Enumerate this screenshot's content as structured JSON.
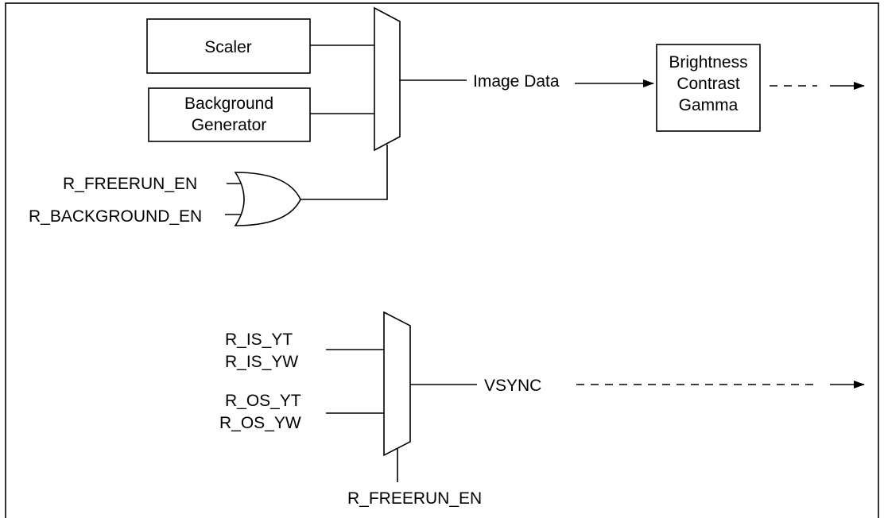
{
  "blocks": {
    "scaler": [
      "Scaler"
    ],
    "background_generator": [
      "Background",
      "Generator"
    ],
    "bcg": [
      "Brightness",
      "Contrast",
      "Gamma"
    ]
  },
  "signals": {
    "freerun_en": "R_FREERUN_EN",
    "background_en": "R_BACKGROUND_EN",
    "image_data": "Image Data",
    "vsync": "VSYNC",
    "is_yt": "R_IS_YT",
    "is_yw": "R_IS_YW",
    "os_yt": "R_OS_YT",
    "os_yw": "R_OS_YW",
    "freerun_en_bottom": "R_FREERUN_EN"
  }
}
